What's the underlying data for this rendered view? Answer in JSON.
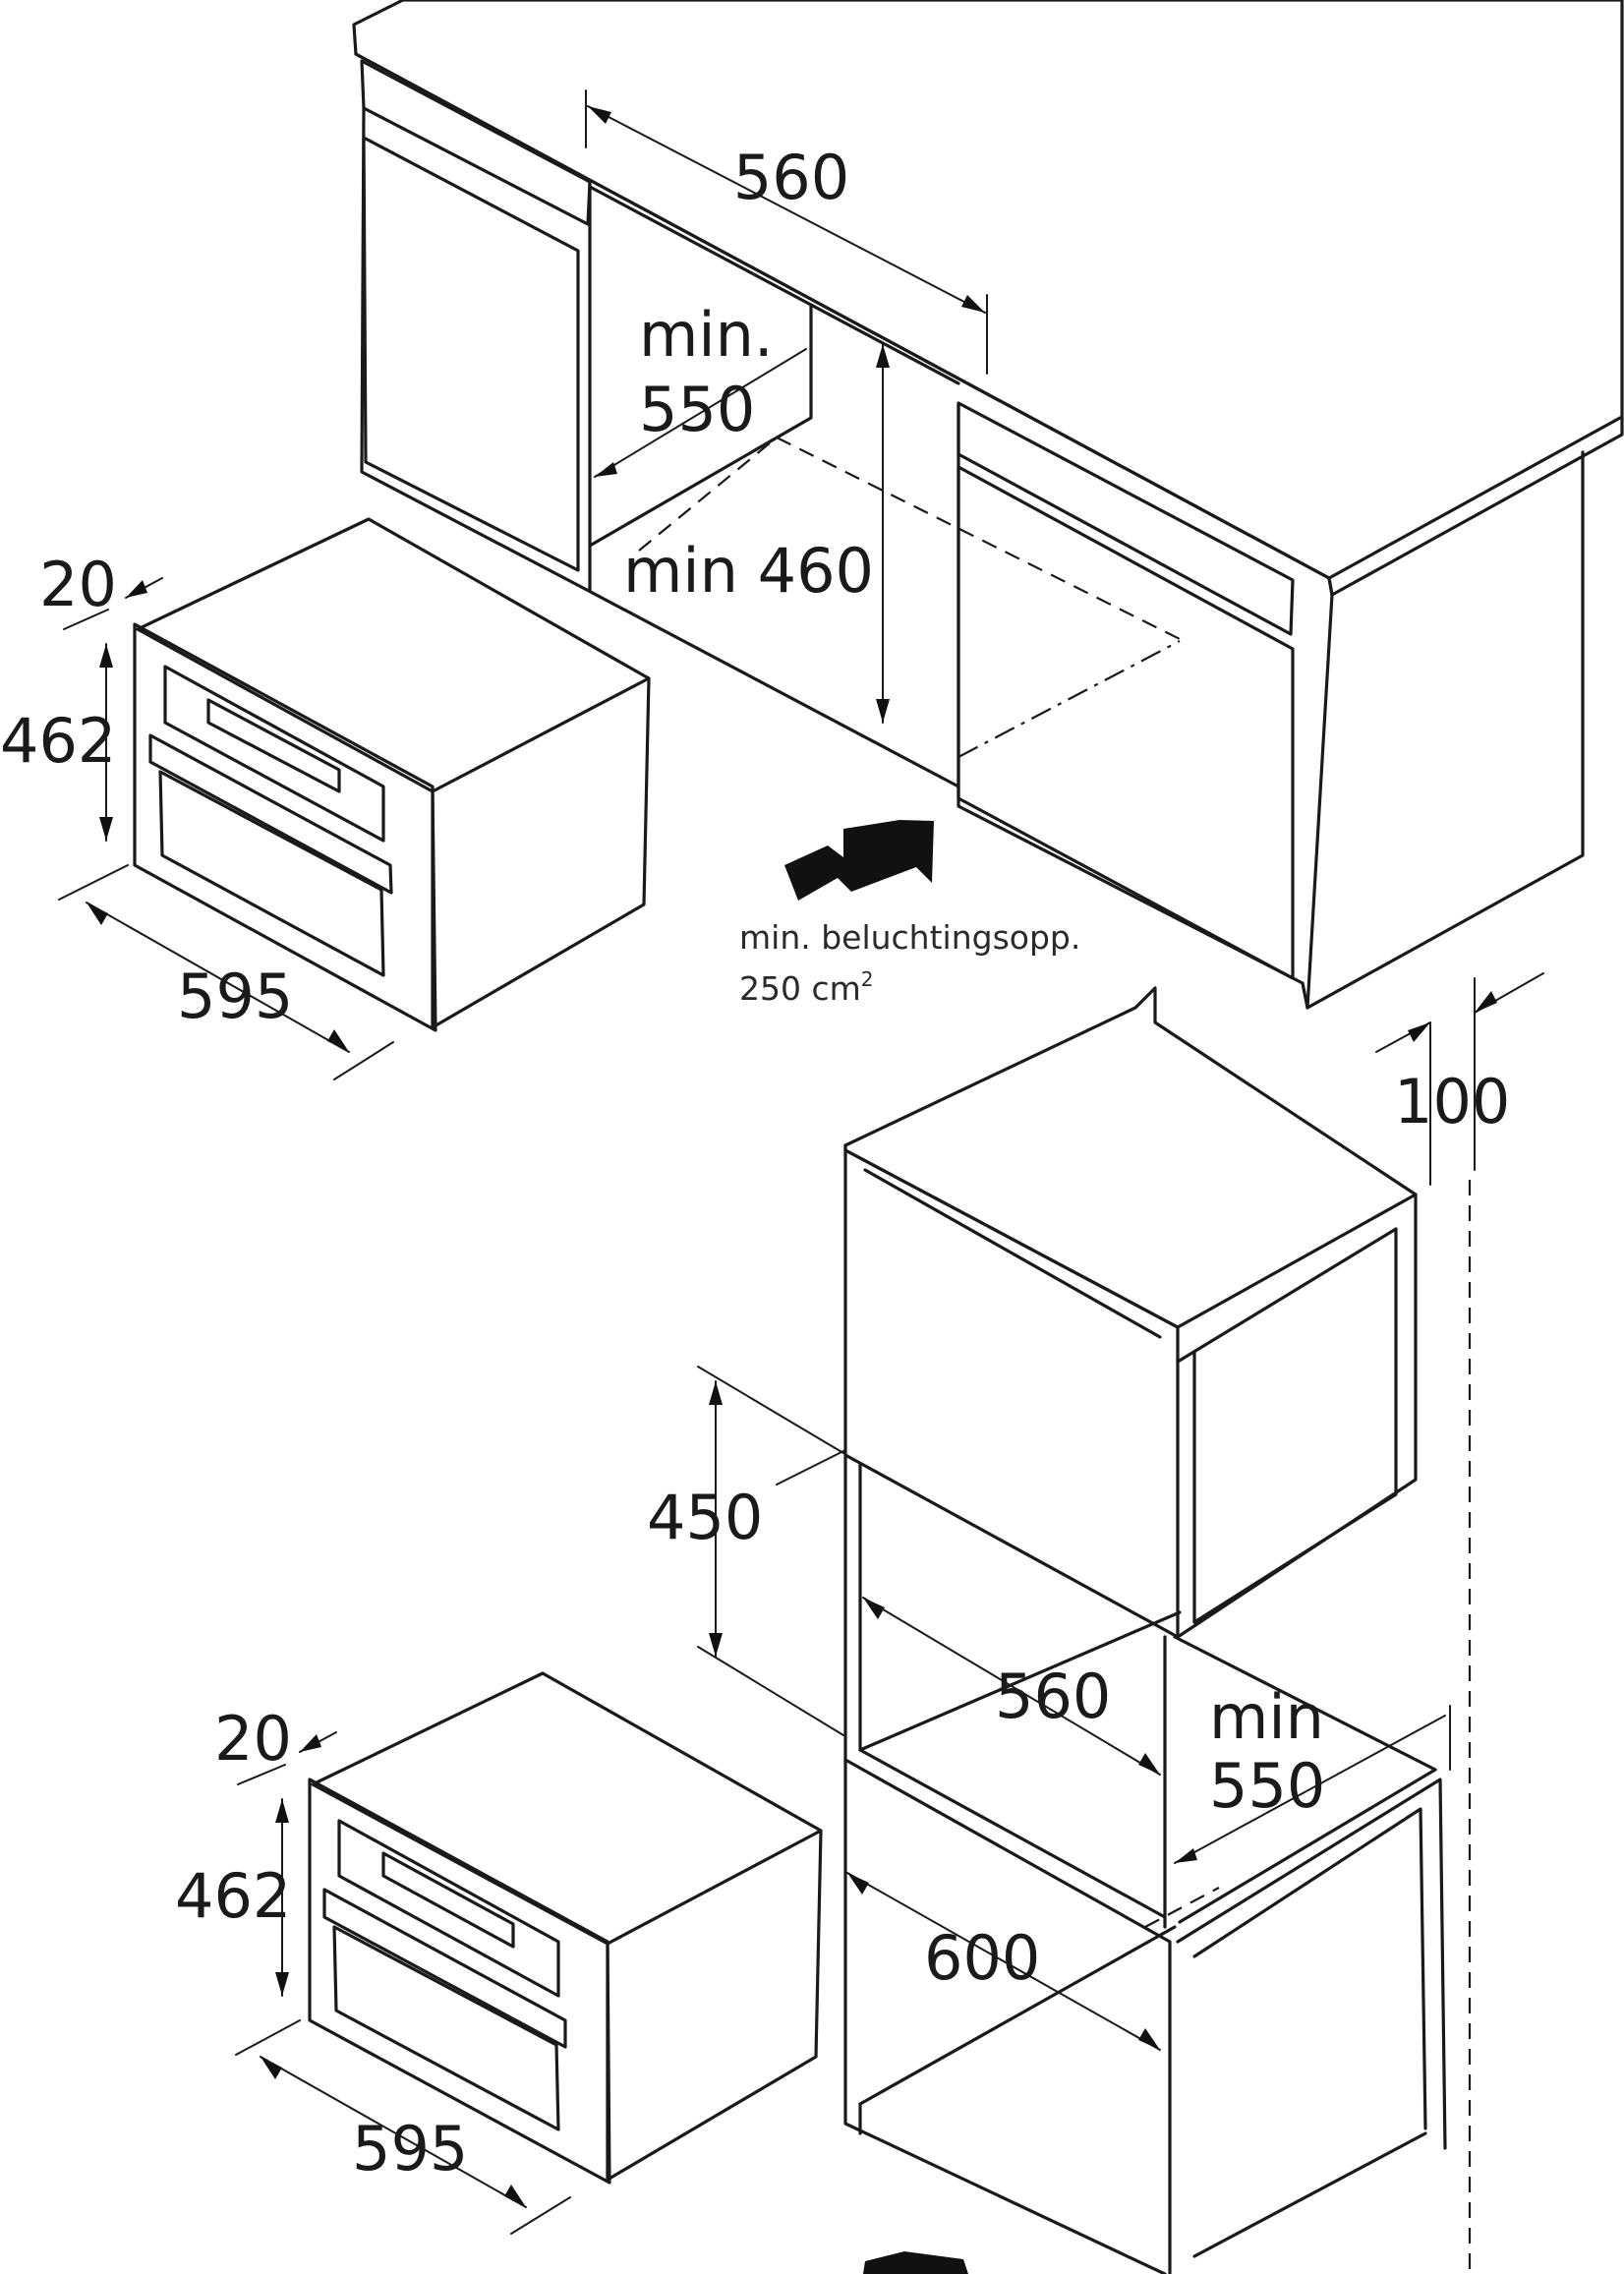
{
  "top_section": {
    "niche_width": "560",
    "niche_depth_line1": "min.",
    "niche_depth_line2": "550",
    "niche_height": "min 460",
    "front_offset": "20",
    "appliance_height": "462",
    "appliance_width": "595",
    "ventilation_line1": "min. beluchtingsopp.",
    "ventilation_line2": "250 cm",
    "ventilation_sup": "2"
  },
  "bottom_section": {
    "clearance_top": "100",
    "niche_height": "450",
    "niche_width": "560",
    "niche_depth_line1": "min",
    "niche_depth_line2": "550",
    "cabinet_width": "600",
    "front_offset": "20",
    "appliance_height": "462",
    "appliance_width": "595"
  },
  "icons": {
    "airflow_arrow": "airflow-arrow-icon"
  }
}
